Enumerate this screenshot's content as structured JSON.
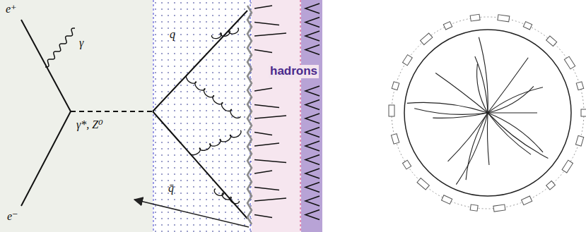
{
  "diagram": {
    "labels": [
      "e⁺",
      "γ",
      "γ*, Z⁰",
      "e⁻",
      "q",
      "q̄",
      "hadrons"
    ]
  }
}
